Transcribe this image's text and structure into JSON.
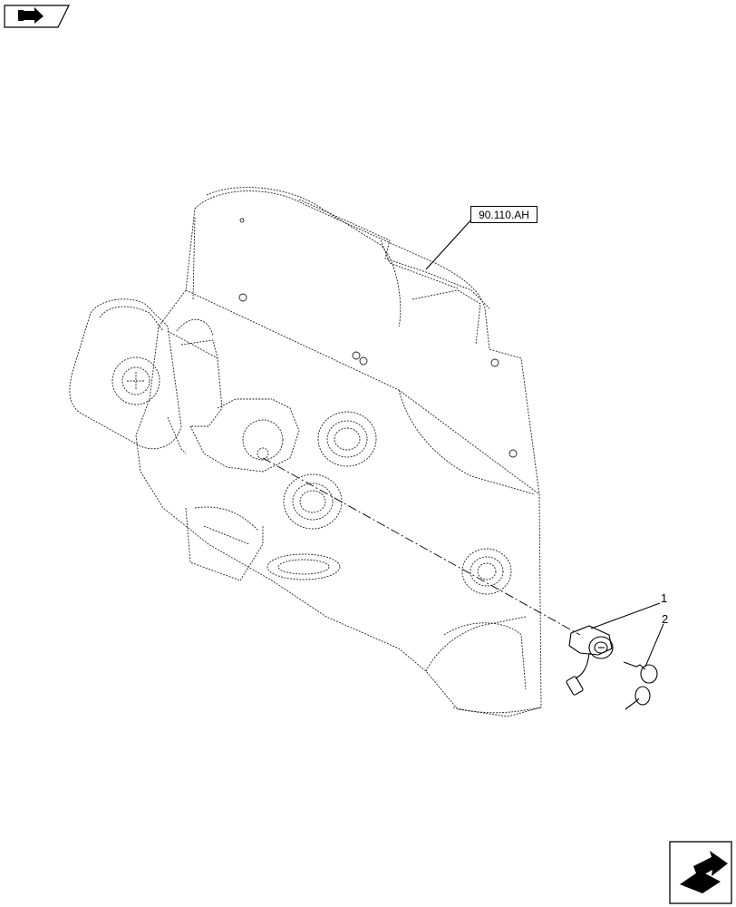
{
  "header": {
    "view_icon": "forward-arrow-tab-icon"
  },
  "reference_label": "90.110.AH",
  "callouts": [
    {
      "number": "1",
      "part": "ignition-switch"
    },
    {
      "number": "2",
      "part": "key-pair"
    }
  ],
  "footer": {
    "nav_icon": "next-page-arrow-icon"
  },
  "colors": {
    "line": "#000000",
    "background": "#ffffff",
    "hidden_line": "#555555"
  }
}
